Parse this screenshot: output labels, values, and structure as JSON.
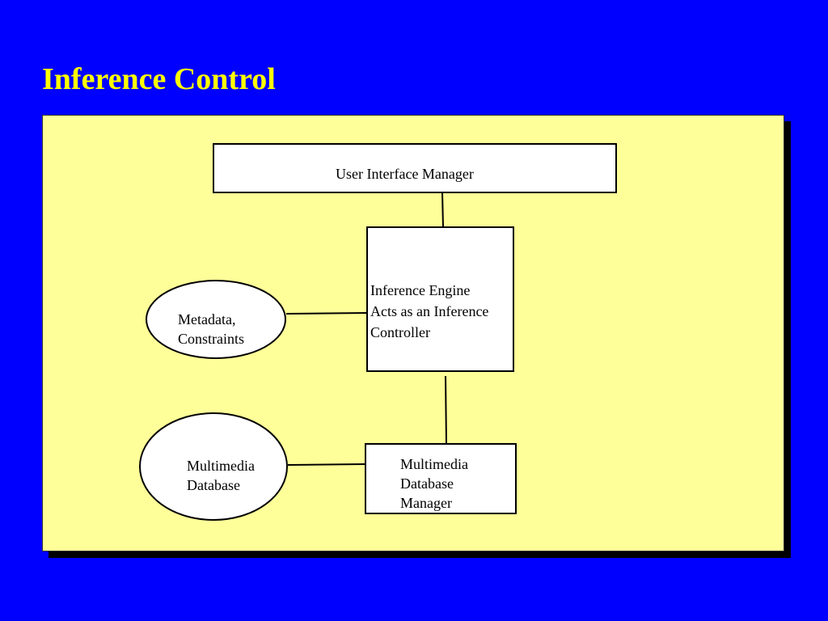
{
  "slide": {
    "title": "Inference Control",
    "colors": {
      "background": "#0000FF",
      "title": "#FFFF00",
      "panel": "#FFFF99",
      "panel_shadow": "#000000",
      "node_fill": "#FFFFFF",
      "stroke": "#000000"
    }
  },
  "diagram": {
    "nodes": {
      "ui_manager": {
        "shape": "rectangle",
        "lines": [
          "User Interface Manager"
        ]
      },
      "inference_engine": {
        "shape": "rectangle",
        "lines": [
          "Inference Engine",
          "Acts as an Inference",
          "Controller"
        ]
      },
      "metadata": {
        "shape": "ellipse",
        "lines": [
          "Metadata,",
          "Constraints"
        ]
      },
      "multimedia_db": {
        "shape": "ellipse",
        "lines": [
          "Multimedia",
          "Database"
        ]
      },
      "mm_db_manager": {
        "shape": "rectangle",
        "lines": [
          "Multimedia",
          "Database",
          "Manager"
        ]
      }
    },
    "edges": [
      {
        "from": "ui_manager",
        "to": "inference_engine"
      },
      {
        "from": "metadata",
        "to": "inference_engine"
      },
      {
        "from": "inference_engine",
        "to": "mm_db_manager"
      },
      {
        "from": "multimedia_db",
        "to": "mm_db_manager"
      }
    ]
  }
}
